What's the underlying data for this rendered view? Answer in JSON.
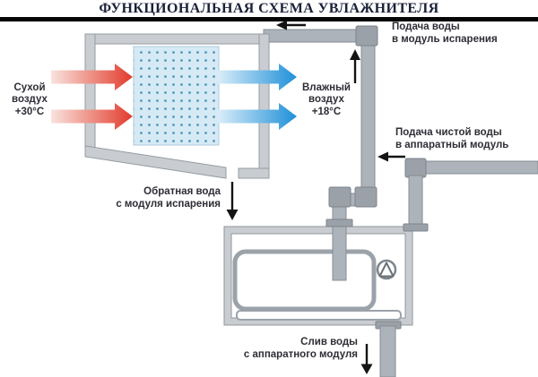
{
  "title": "ФУНКЦИОНАЛЬНАЯ СХЕМА УВЛАЖНИТЕЛЯ",
  "labels": {
    "dry_air": {
      "line1": "Сухой",
      "line2": "воздух",
      "line3": "+30°C"
    },
    "humid_air": {
      "line1": "Влажный",
      "line2": "воздух",
      "line3": "+18°C"
    },
    "water_supply_evap": {
      "line1": "Подача воды",
      "line2": "в модуль испарения"
    },
    "clean_water_supply": {
      "line1": "Подача чистой воды",
      "line2": "в аппаратный модуль"
    },
    "return_water": {
      "line1": "Обратная вода",
      "line2": "с модуля испарения"
    },
    "drain": {
      "line1": "Слив воды",
      "line2": "с аппаратного модуля"
    }
  },
  "colors": {
    "title_text": "#1a2138",
    "title_bar": "#060606",
    "label_text": "#2d2d35",
    "pipe_fill": "#adb3ba",
    "pipe_edge": "#858c93",
    "wall_fill": "#c9cdd1",
    "wall_edge": "#949ba2",
    "pad_fill": "#d6eaf5",
    "pad_dot": "#5096bd",
    "dry_arrow_light": "#f9e3de",
    "dry_arrow_strong": "#e23b2c",
    "humid_arrow_light": "#d9edf9",
    "humid_arrow_strong": "#1f90d8",
    "flow_arrow": "#141414"
  }
}
